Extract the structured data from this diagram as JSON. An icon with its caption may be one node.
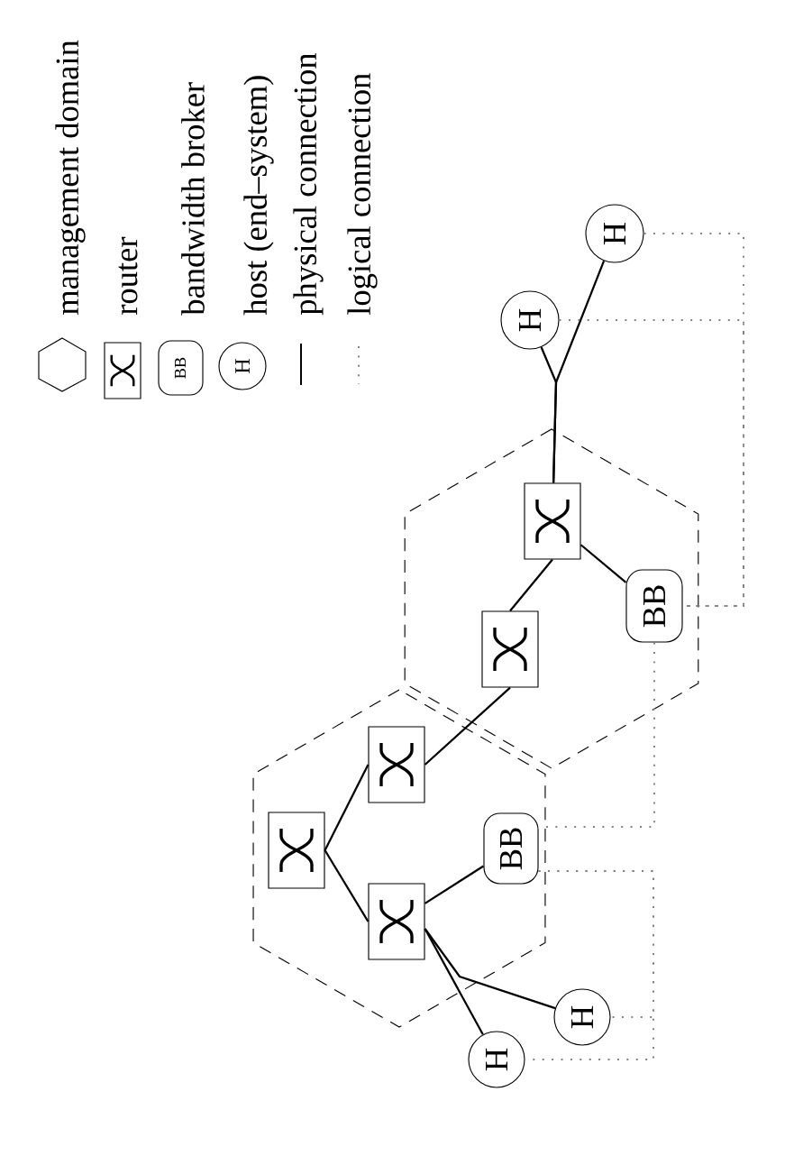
{
  "diagram": {
    "nodes": [
      {
        "text": [],
        "shape": "hexagon"
      },
      {
        "text": [],
        "shape": "hexagon"
      },
      {
        "text": [],
        "shape": "box",
        "in": 0
      },
      {
        "text": [],
        "shape": "box",
        "in": 0
      },
      {
        "text": [],
        "shape": "box",
        "in": 0
      },
      {
        "text": [
          "BB"
        ],
        "in": 0
      },
      {
        "text": [],
        "shape": "box",
        "in": 1
      },
      {
        "text": [],
        "shape": "box",
        "in": 1
      },
      {
        "text": [
          "BB"
        ],
        "in": 1
      },
      {
        "text": [
          "H"
        ]
      },
      {
        "text": [
          "H"
        ]
      },
      {
        "text": [
          "H"
        ]
      },
      {
        "text": [
          "H"
        ]
      }
    ],
    "edges": [
      {
        "from": 2,
        "to": 3,
        "arrow": "none"
      },
      {
        "from": 2,
        "to": 4,
        "arrow": "none"
      },
      {
        "from": 3,
        "to": 6,
        "arrow": "none"
      },
      {
        "from": 6,
        "to": 7,
        "arrow": "none"
      },
      {
        "from": 7,
        "to": 8,
        "arrow": "none"
      },
      {
        "from": 4,
        "to": 5,
        "arrow": "none"
      },
      {
        "from": 4,
        "to": 12,
        "arrow": "none"
      },
      {
        "from": 4,
        "to": 11,
        "arrow": "none"
      },
      {
        "from": 7,
        "to": 9,
        "arrow": "none"
      },
      {
        "from": 7,
        "to": 10,
        "arrow": "none"
      },
      {
        "from": 9,
        "to": 8,
        "arrow": "none",
        "style": "dashed",
        "color": "#808080"
      },
      {
        "from": 10,
        "to": 8,
        "arrow": "none",
        "style": "dashed",
        "color": "#808080"
      },
      {
        "from": 8,
        "to": 5,
        "arrow": "none",
        "style": "dashed",
        "color": "#808080"
      },
      {
        "from": 5,
        "to": 11,
        "arrow": "none",
        "style": "dashed",
        "color": "#808080"
      },
      {
        "from": 5,
        "to": 12,
        "arrow": "none",
        "style": "dashed",
        "color": "#808080"
      }
    ],
    "labels": [
      "BB",
      "H"
    ],
    "legend": [
      {
        "text": "management domain"
      },
      {
        "text": "router"
      },
      {
        "text": "bandwidth broker"
      },
      {
        "text": "host (end–system)"
      },
      {
        "text": "physical connection"
      },
      {
        "text": "logical connection"
      }
    ]
  }
}
